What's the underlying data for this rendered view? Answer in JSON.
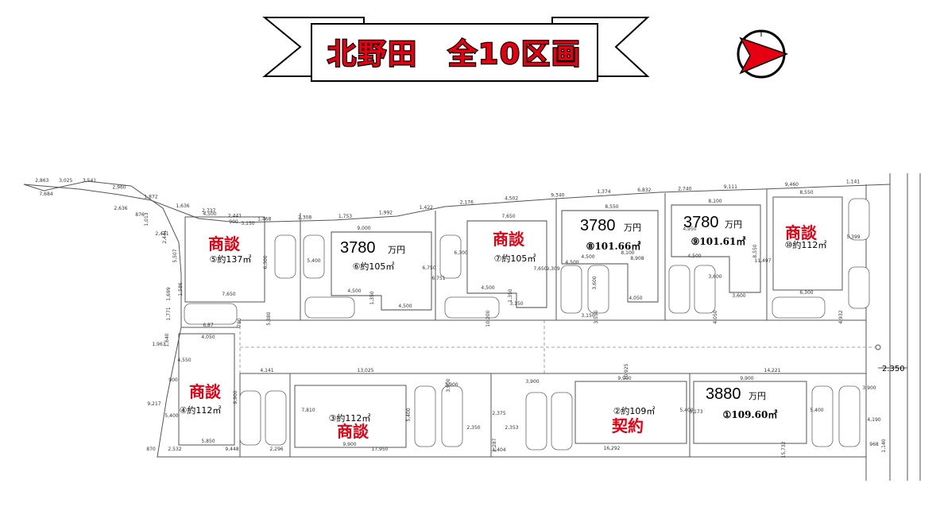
{
  "title": "北野田　全10区画",
  "north_icon": "north-arrow-icon",
  "colors": {
    "accent": "#e60012"
  },
  "road_width": "2.350",
  "lots": [
    {
      "id": "lot-5",
      "status": "商談",
      "price": "",
      "unit": "",
      "area": "⑤約137㎡"
    },
    {
      "id": "lot-6",
      "status": "",
      "price": "3780",
      "unit": "万円",
      "area": "⑥約105㎡"
    },
    {
      "id": "lot-7",
      "status": "商談",
      "price": "",
      "unit": "",
      "area": "⑦約105㎡"
    },
    {
      "id": "lot-8",
      "status": "",
      "price": "3780",
      "unit": "万円",
      "area": "⑧101.66㎡"
    },
    {
      "id": "lot-9",
      "status": "",
      "price": "3780",
      "unit": "万円",
      "area": "⑨101.61㎡"
    },
    {
      "id": "lot-10",
      "status": "商談",
      "price": "",
      "unit": "",
      "area": "⑩約112㎡"
    },
    {
      "id": "lot-4",
      "status": "商談",
      "price": "",
      "unit": "",
      "area": "④約112㎡"
    },
    {
      "id": "lot-3",
      "status": "商談",
      "price": "",
      "unit": "",
      "area": "③約112㎡"
    },
    {
      "id": "lot-2",
      "status": "契約",
      "price": "",
      "unit": "",
      "area": "②約109㎡"
    },
    {
      "id": "lot-1",
      "status": "",
      "price": "3880",
      "unit": "万円",
      "area": "①109.60㎡"
    }
  ],
  "dimensions": {
    "top_edge": [
      "2,863",
      "3,025",
      "3,541",
      "2,960",
      "1,872",
      "1,636",
      "2,737",
      "2,441",
      "1,468",
      "2,308",
      "1,753",
      "1,992",
      "1,422",
      "2,176",
      "4,502",
      "9,340",
      "1,374",
      "6,832",
      "2,740",
      "9,111",
      "9,460",
      "1,141"
    ],
    "top_diag": [
      "7,684",
      "2,636",
      "876",
      "1,013",
      "2,441"
    ],
    "lot5": [
      "4,500",
      "900",
      "3,150",
      "6,300",
      "7,650",
      "6,87"
    ],
    "lot6": [
      "9,000",
      "5,400",
      "4,500",
      "1,350",
      "4,500",
      "6,750",
      "6,751",
      "5,880"
    ],
    "lot7": [
      "7,650",
      "6,300",
      "4,500",
      "1,350",
      "3,150",
      "7,650",
      "9,309",
      "10,200"
    ],
    "lot8": [
      "8,550",
      "4,500",
      "4,500",
      "3,600",
      "4,050",
      "8,100",
      "8,908",
      "3,550",
      "3,150"
    ],
    "lot9": [
      "8,100",
      "4,950",
      "4,500",
      "8,550",
      "3,600",
      "3,600",
      "11,497",
      "4,050"
    ],
    "lot10": [
      "8,550",
      "6,300",
      "5,399",
      "4,932"
    ],
    "left_edge": [
      "1,699",
      "1,771",
      "1,640",
      "2,441",
      "5,507",
      "1,586",
      "780"
    ],
    "lot4": [
      "4,050",
      "4,550",
      "900",
      "9,900",
      "5,400",
      "5,850",
      "9,448"
    ],
    "lot3": [
      "4,141",
      "13,025",
      "9,900",
      "5,400",
      "7,810",
      "2,350",
      "17,950",
      "3,900"
    ],
    "lot2": [
      "2,353",
      "2,375",
      "3,900",
      "10,925",
      "9,900",
      "5,400",
      "8,173",
      "2,287",
      "16,292",
      "1,404"
    ],
    "lot1": [
      "14,221",
      "9,900",
      "5,400",
      "15,732",
      "3,900",
      "4,190",
      "968",
      "1,140"
    ],
    "bottom": [
      "870",
      "2,532",
      "2,296",
      "3,900",
      "9,217",
      "1,963"
    ]
  }
}
